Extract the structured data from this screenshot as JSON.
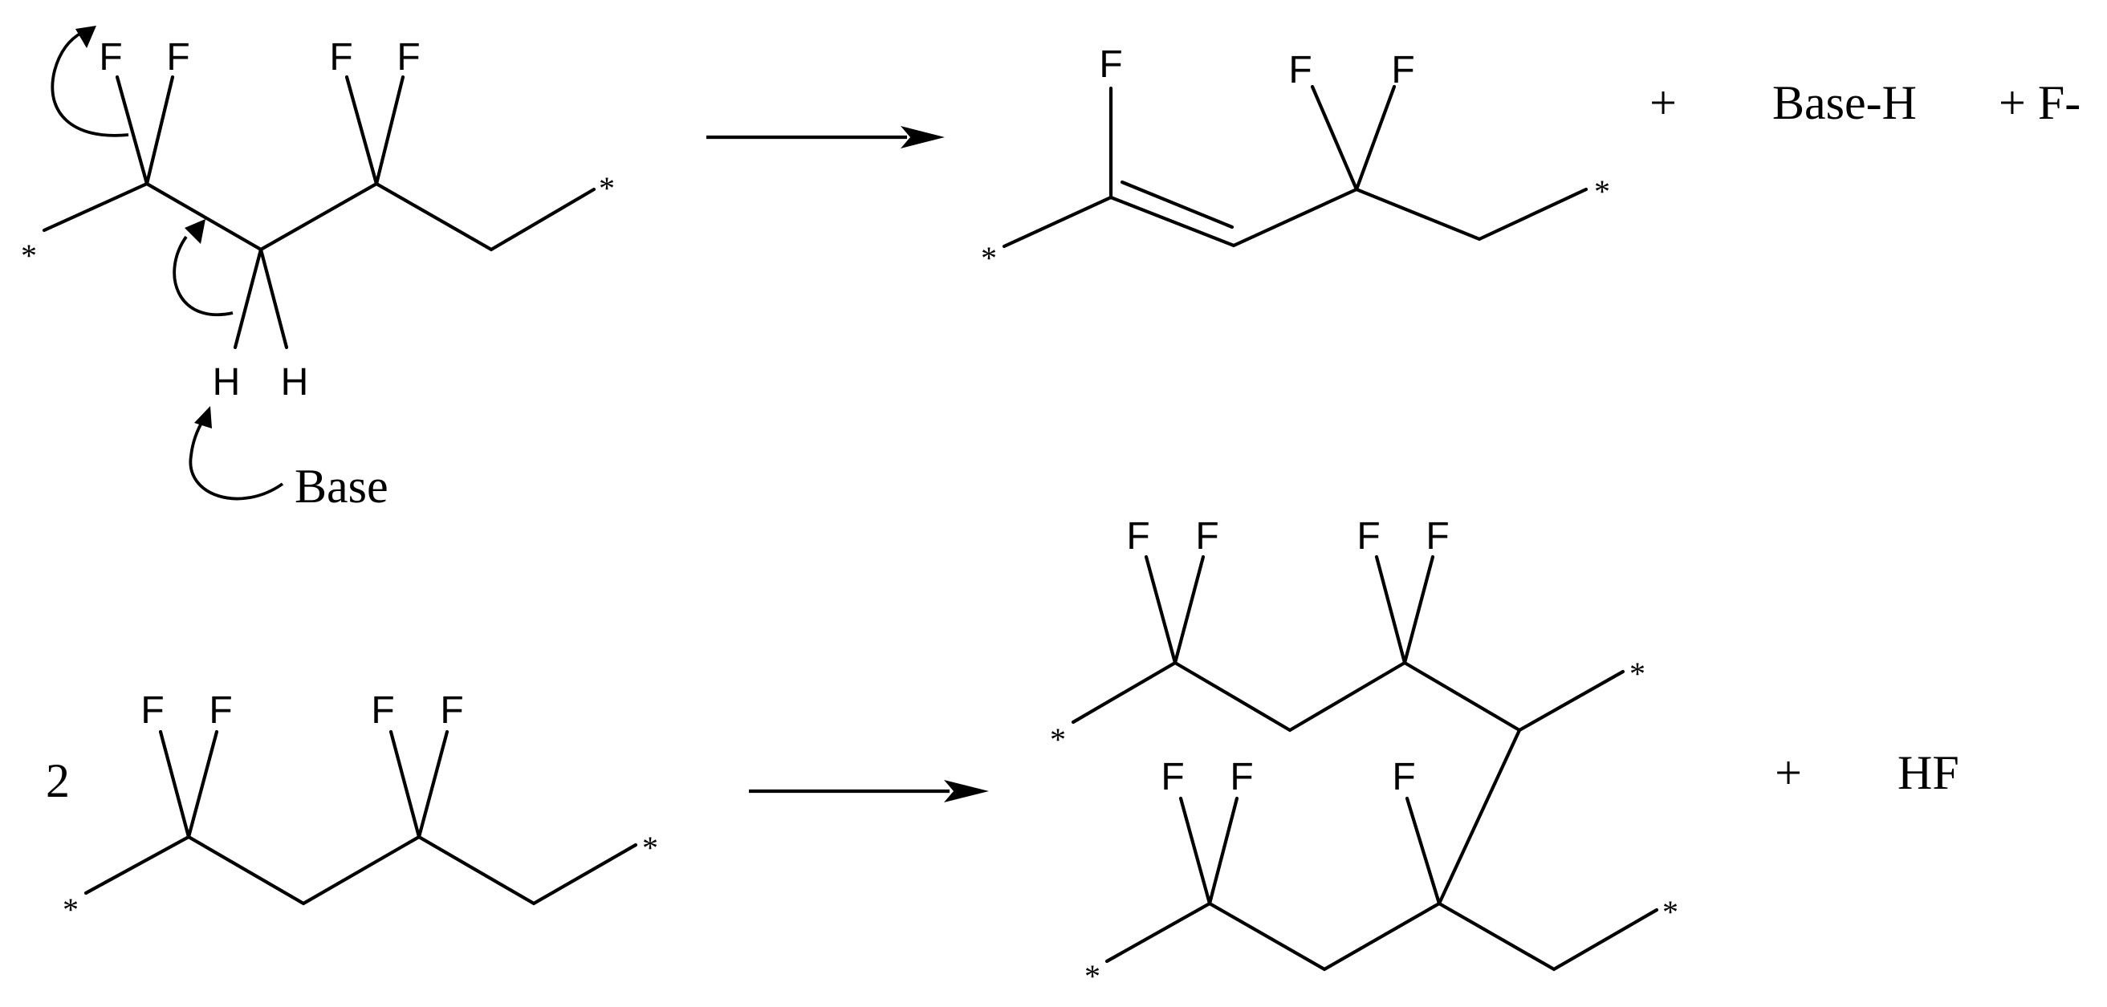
{
  "reaction_1": {
    "reactant": {
      "atoms": {
        "f1": "F",
        "f2": "F",
        "f3": "F",
        "f4": "F",
        "h1": "H",
        "h2": "H"
      },
      "end_left": "*",
      "end_right": "*",
      "base": "Base"
    },
    "product": {
      "atoms": {
        "f1": "F",
        "f2": "F",
        "f3": "F"
      },
      "end_left": "*",
      "end_right": "*"
    },
    "plus_1": "+",
    "byproduct_1": "Base-H",
    "byproduct_2": "+ F-"
  },
  "reaction_2": {
    "coefficient": "2",
    "reactant": {
      "atoms": {
        "f1": "F",
        "f2": "F",
        "f3": "F",
        "f4": "F"
      },
      "end_left": "*",
      "end_right": "*"
    },
    "product_upper": {
      "atoms": {
        "f1": "F",
        "f2": "F",
        "f3": "F",
        "f4": "F"
      },
      "end_left": "*",
      "end_right": "*"
    },
    "product_lower": {
      "atoms": {
        "f1": "F",
        "f2": "F",
        "f3": "F"
      },
      "end_left": "*",
      "end_right": "*"
    },
    "plus": "+",
    "byproduct": "HF"
  }
}
